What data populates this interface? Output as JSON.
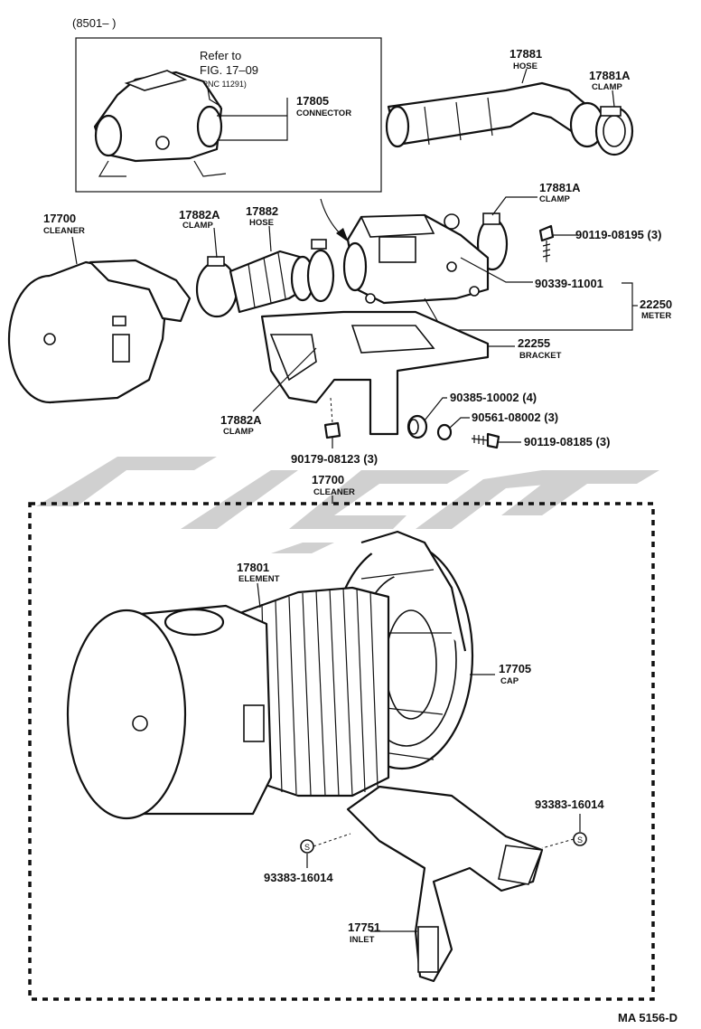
{
  "header": {
    "date_range": "(8501–        )"
  },
  "refer": {
    "line1": "Refer to",
    "line2": "FIG. 17–09",
    "line3": "(PNC 11291)"
  },
  "parts": {
    "p17805": {
      "num": "17805",
      "name": "CONNECTOR"
    },
    "p17881": {
      "num": "17881",
      "name": "HOSE"
    },
    "p17881A_top": {
      "num": "17881A",
      "name": "CLAMP"
    },
    "p17881A_mid": {
      "num": "17881A",
      "name": "CLAMP"
    },
    "p17700_top": {
      "num": "17700",
      "name": "CLEANER"
    },
    "p17882A_top": {
      "num": "17882A",
      "name": "CLAMP"
    },
    "p17882": {
      "num": "17882",
      "name": "HOSE"
    },
    "p90119_08195": {
      "num": "90119-08195 (3)"
    },
    "p90339": {
      "num": "90339-11001"
    },
    "p22250": {
      "num": "22250",
      "name": "METER"
    },
    "p22255": {
      "num": "22255",
      "name": "BRACKET"
    },
    "p17882A_bot": {
      "num": "17882A",
      "name": "CLAMP"
    },
    "p90385": {
      "num": "90385-10002 (4)"
    },
    "p90561": {
      "num": "90561-08002 (3)"
    },
    "p90119_08185": {
      "num": "90119-08185 (3)"
    },
    "p90179": {
      "num": "90179-08123 (3)"
    },
    "p17700_bot": {
      "num": "17700",
      "name": "CLEANER"
    },
    "p17801": {
      "num": "17801",
      "name": "ELEMENT"
    },
    "p17705": {
      "num": "17705",
      "name": "CAP"
    },
    "p93383_right": {
      "num": "93383-16014"
    },
    "p93383_left": {
      "num": "93383-16014"
    },
    "p17751": {
      "num": "17751",
      "name": "INLET"
    }
  },
  "symbols": {
    "s_left": "S",
    "s_right": "S"
  },
  "footer": {
    "code": "MA 5156-D"
  },
  "icons": [
    "arrow-icon",
    "screw-icon",
    "grommet-icon",
    "collar-icon",
    "nut-icon"
  ]
}
